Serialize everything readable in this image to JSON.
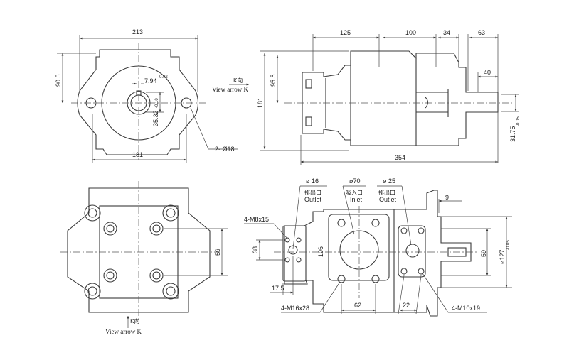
{
  "front_view": {
    "dim_width_overall": "213",
    "dim_height_top": "90.5",
    "dim_key_width": "7.94",
    "dim_key_width_tol": "-0.02",
    "dim_key_height": "35.32",
    "dim_key_height_tol": "-0.10",
    "dim_bolt_spacing": "181",
    "mounting_holes": "2- Ø18",
    "view_arrow_symbol": "K向",
    "view_arrow_label": "View arrow K"
  },
  "side_view": {
    "dim_125": "125",
    "dim_100": "100",
    "dim_34": "34",
    "dim_63": "63",
    "dim_40": "40",
    "dim_181": "181",
    "dim_95_5": "95.5",
    "dim_354": "354",
    "dim_shaft": "31.75",
    "dim_shaft_tol": "-0.05"
  },
  "rear_view": {
    "dim_59": "59",
    "view_arrow_symbol": "K向",
    "view_arrow_label": "View arrow K"
  },
  "top_view": {
    "port_outlet_1_dia": "ø 16",
    "port_outlet_1_cn": "排出口",
    "port_outlet_1_en": "Outlet",
    "port_inlet_dia": "ø70",
    "port_inlet_cn": "吸入口",
    "port_inlet_en": "Inlet",
    "port_outlet_2_dia": "ø 25",
    "port_outlet_2_cn": "排出口",
    "port_outlet_2_en": "Outlet",
    "thread_small": "4-M8x15",
    "thread_inlet": "4-M16x28",
    "thread_outlet": "4-M10x19",
    "dim_9": "9",
    "dim_38": "38",
    "dim_106": "106",
    "dim_17_5": "17.5",
    "dim_62": "62",
    "dim_22": "22",
    "dim_59": "59",
    "dim_pilot": "ø127",
    "dim_pilot_tol": "-0.05"
  }
}
